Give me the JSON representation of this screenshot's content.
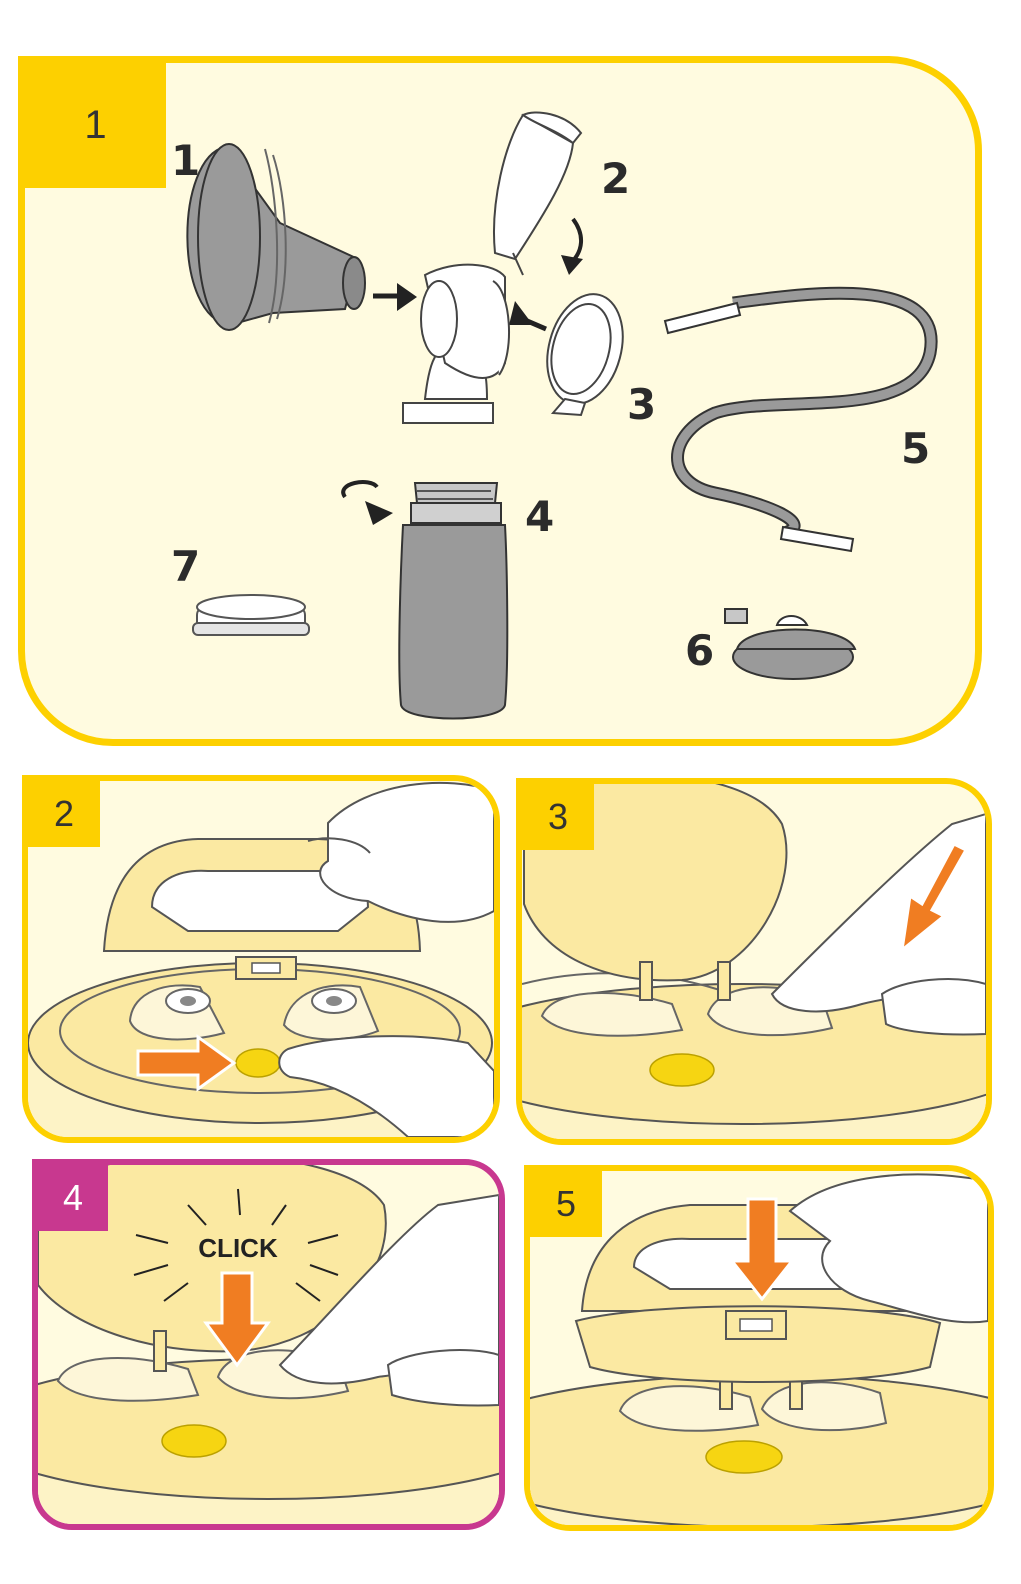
{
  "colors": {
    "yellow": "#fdd000",
    "magenta": "#c8388f",
    "panel_bg": "#fffbe0",
    "part_fill": "#ffffff",
    "gray_part": "#9a9a9a",
    "orange_arrow": "#f07d22",
    "device_yellow": "#fbe9a2",
    "button_yellow": "#f6d512"
  },
  "steps": [
    {
      "number": "1",
      "border": "yellow"
    },
    {
      "number": "2",
      "border": "yellow"
    },
    {
      "number": "3",
      "border": "yellow"
    },
    {
      "number": "4",
      "border": "magenta"
    },
    {
      "number": "5",
      "border": "yellow"
    }
  ],
  "parts": [
    {
      "label": "1",
      "icon": "breast-shield-icon"
    },
    {
      "label": "2",
      "icon": "valve-head-icon"
    },
    {
      "label": "3",
      "icon": "valve-membrane-icon"
    },
    {
      "label": "4",
      "icon": "bottle-icon"
    },
    {
      "label": "5",
      "icon": "tubing-icon"
    },
    {
      "label": "6",
      "icon": "membrane-cap-icon"
    },
    {
      "label": "7",
      "icon": "bottle-lid-icon"
    }
  ],
  "click_text": "CLICK"
}
